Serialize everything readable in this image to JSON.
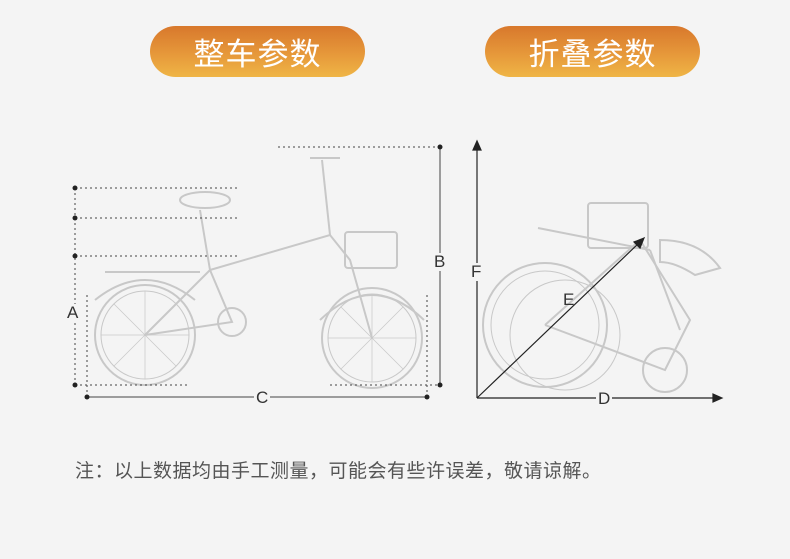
{
  "headers": {
    "whole_bike": "整车参数",
    "folded": "折叠参数"
  },
  "labels": {
    "a": "A",
    "b": "B",
    "c": "C",
    "d": "D",
    "e": "E",
    "f": "F"
  },
  "note": "注：以上数据均由手工测量，可能会有些许误差，敬请谅解。",
  "colors": {
    "pill_top": "#d8782c",
    "pill_bottom": "#efb546"
  }
}
